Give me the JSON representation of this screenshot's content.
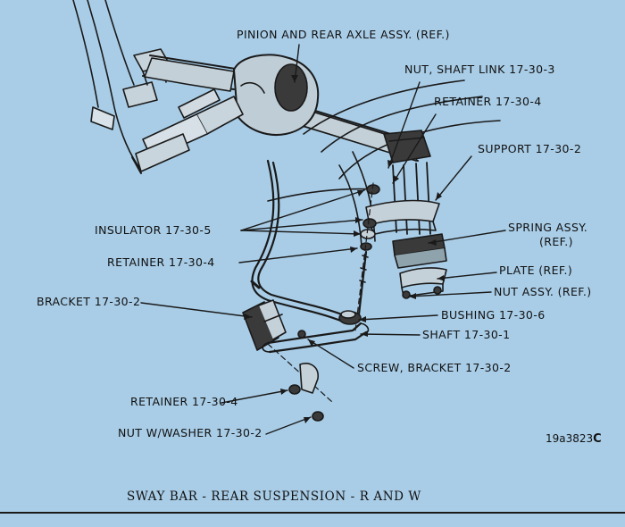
{
  "labels": {
    "pinion_rear_axle": "PINION AND REAR AXLE ASSY. (REF.)",
    "nut_shaft_link": "NUT, SHAFT LINK 17-30-3",
    "retainer_top": "RETAINER 17-30-4",
    "support": "SUPPORT 17-30-2",
    "insulator": "INSULATOR 17-30-5",
    "spring_assy_1": "SPRING ASSY.",
    "spring_assy_2": "(REF.)",
    "retainer_mid": "RETAINER 17-30-4",
    "plate": "PLATE (REF.)",
    "nut_assy": "NUT ASSY. (REF.)",
    "bracket": "BRACKET 17-30-2",
    "bushing": "BUSHING 17-30-6",
    "shaft": "SHAFT 17-30-1",
    "screw_bracket": "SCREW, BRACKET 17-30-2",
    "retainer_low": "RETAINER 17-30-4",
    "nut_washer": "NUT W/WASHER 17-30-2"
  },
  "figure_id": "19a3823",
  "figure_id_suffix": "C",
  "caption": "SWAY BAR - REAR SUSPENSION - R AND W",
  "colors": {
    "background": "#a9cde7",
    "ink": "#1a1a1a",
    "metal_light": "#c9d6de",
    "metal_dark": "#3a3a3a"
  }
}
